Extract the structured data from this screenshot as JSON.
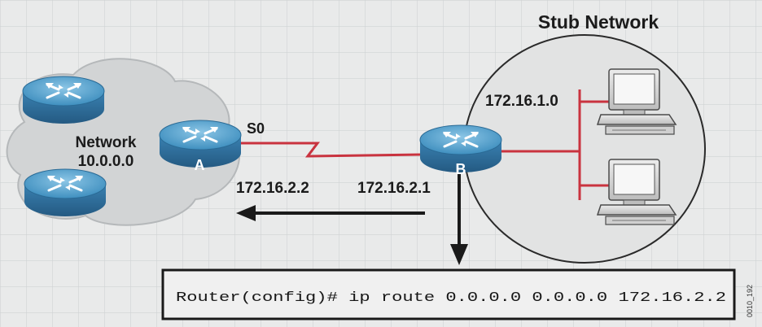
{
  "title": "Stub Network",
  "network": {
    "label_line1": "Network",
    "label_line2": "10.0.0.0"
  },
  "routers": [
    {
      "name": "A",
      "role": "router-a"
    },
    {
      "name": "B",
      "role": "router-b"
    }
  ],
  "interfaces": {
    "a_serial": "S0",
    "a_ip": "172.16.2.2",
    "b_ip": "172.16.2.1"
  },
  "stub": {
    "subnet": "172.16.1.0"
  },
  "command": {
    "text": "Router(config)# ip route 0.0.0.0 0.0.0.0 172.16.2.2"
  },
  "figure_code": "0010_192",
  "colors": {
    "router_top": "#4f9ec9",
    "router_side": "#2d6f9c",
    "link": "#c9333f",
    "stub_fill": "#e3e3e3",
    "outline": "#222222"
  }
}
